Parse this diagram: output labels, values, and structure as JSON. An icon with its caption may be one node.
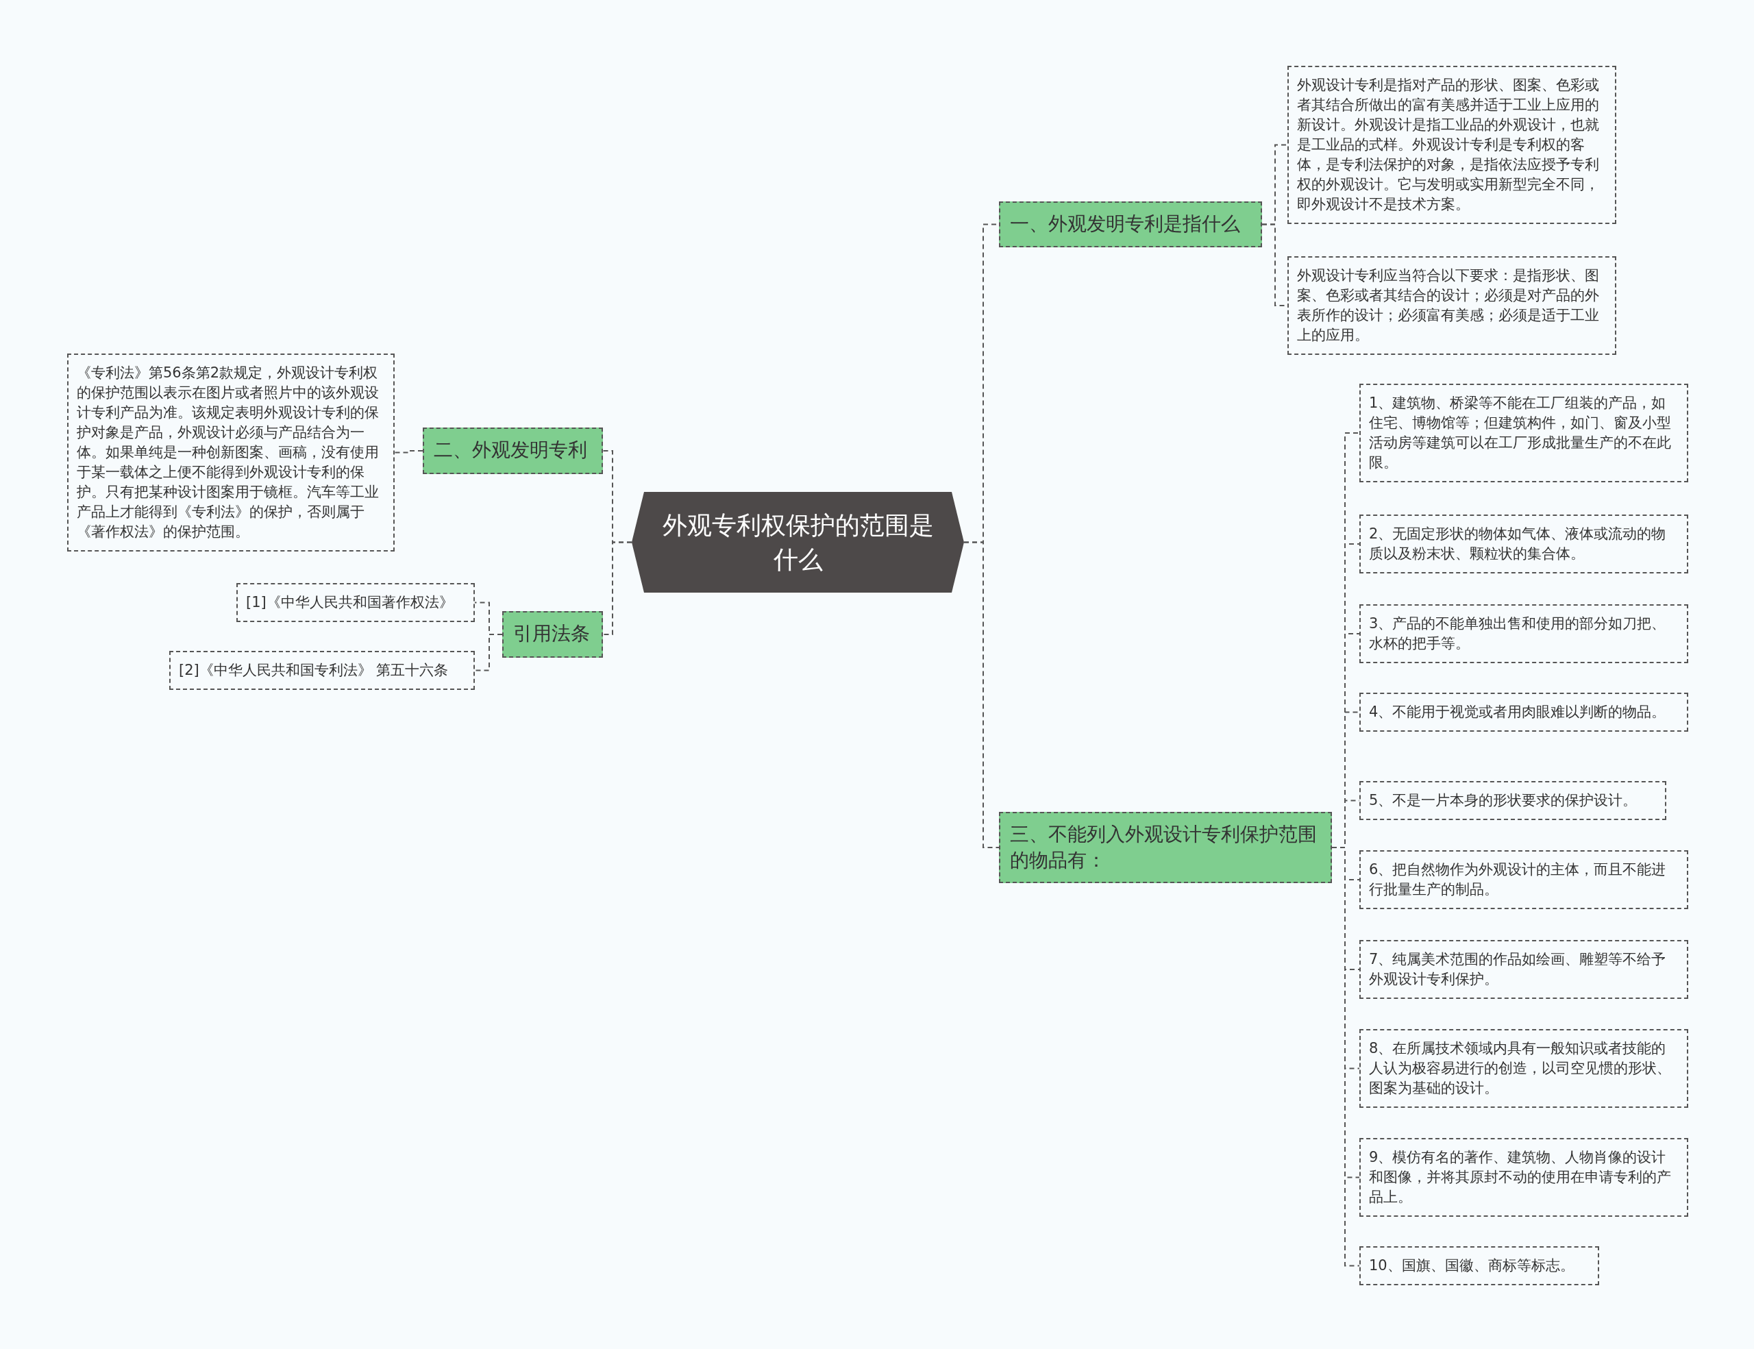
{
  "diagram": {
    "nodes": [
      {
        "text": [
          "外观专利权保护的范围是什么"
        ]
      },
      {
        "text": [
          "一、外观发明专利是指什么"
        ]
      },
      {
        "text": [
          "外观设计专利是指对产品的形状、图案、色彩或者其结合所做出的富有美感并适于工业上应用的新设计。外观设计是指工业品的外观设计，也就是工业品的式样。外观设计专利是专利权的客体，是专利法保护的对象，是指依法应授予专利权的外观设计。它与发明或实用新型完全不同，即外观设计不是技术方案。"
        ]
      },
      {
        "text": [
          "外观设计专利应当符合以下要求：是指形状、图案、色彩或者其结合的设计；必须是对产品的外表所作的设计；必须富有美感；必须是适于工业上的应用。"
        ]
      },
      {
        "text": [
          "二、外观发明专利"
        ]
      },
      {
        "text": [
          "《专利法》第56条第2款规定，外观设计专利权的保护范围以表示在图片或者照片中的该外观设计专利产品为准。该规定表明外观设计专利的保护对象是产品，外观设计必须与产品结合为一体。如果单纯是一种创新图案、画稿，没有使用于某一载体之上便不能得到外观设计专利的保护。只有把某种设计图案用于镜框。汽车等工业产品上才能得到《专利法》的保护，否则属于《著作权法》的保护范围。"
        ]
      },
      {
        "text": [
          "引用法条"
        ]
      },
      {
        "text": [
          "[1]《中华人民共和国著作权法》"
        ]
      },
      {
        "text": [
          "[2]《中华人民共和国专利法》 第五十六条"
        ]
      },
      {
        "text": [
          "三、不能列入外观设计专利保护范围的物品有："
        ]
      },
      {
        "text": [
          "1、建筑物、桥梁等不能在工厂组装的产品，如住宅、博物馆等；但建筑构件，如门、窗及小型活动房等建筑可以在工厂形成批量生产的不在此限。"
        ]
      },
      {
        "text": [
          "2、无固定形状的物体如气体、液体或流动的物质以及粉末状、颗粒状的集合体。"
        ]
      },
      {
        "text": [
          "3、产品的不能单独出售和使用的部分如刀把、水杯的把手等。"
        ]
      },
      {
        "text": [
          "4、不能用于视觉或者用肉眼难以判断的物品。"
        ]
      },
      {
        "text": [
          "5、不是一片本身的形状要求的保护设计。"
        ]
      },
      {
        "text": [
          "6、把自然物作为外观设计的主体，而且不能进行批量生产的制品。"
        ]
      },
      {
        "text": [
          "7、纯属美术范围的作品如绘画、雕塑等不给予外观设计专利保护。"
        ]
      },
      {
        "text": [
          "8、在所属技术领域内具有一般知识或者技能的人认为极容易进行的创造，以司空见惯的形状、图案为基础的设计。"
        ]
      },
      {
        "text": [
          "9、模仿有名的著作、建筑物、人物肖像的设计和图像，并将其原封不动的使用在申请专利的产品上。"
        ]
      },
      {
        "text": [
          "10、国旗、国徽、商标等标志。"
        ]
      }
    ],
    "edges": [
      {
        "from": 0,
        "to": 1,
        "arrow": "none"
      },
      {
        "from": 1,
        "to": 2,
        "arrow": "none"
      },
      {
        "from": 1,
        "to": 3,
        "arrow": "none"
      },
      {
        "from": 0,
        "to": 4,
        "arrow": "none"
      },
      {
        "from": 4,
        "to": 5,
        "arrow": "none"
      },
      {
        "from": 0,
        "to": 6,
        "arrow": "none"
      },
      {
        "from": 6,
        "to": 7,
        "arrow": "none"
      },
      {
        "from": 6,
        "to": 8,
        "arrow": "none"
      },
      {
        "from": 0,
        "to": 9,
        "arrow": "none"
      },
      {
        "from": 9,
        "to": 10,
        "arrow": "none"
      },
      {
        "from": 9,
        "to": 11,
        "arrow": "none"
      },
      {
        "from": 9,
        "to": 12,
        "arrow": "none"
      },
      {
        "from": 9,
        "to": 13,
        "arrow": "none"
      },
      {
        "from": 9,
        "to": 14,
        "arrow": "none"
      },
      {
        "from": 9,
        "to": 15,
        "arrow": "none"
      },
      {
        "from": 9,
        "to": 16,
        "arrow": "none"
      },
      {
        "from": 9,
        "to": 17,
        "arrow": "none"
      },
      {
        "from": 9,
        "to": 18,
        "arrow": "none"
      },
      {
        "from": 9,
        "to": 19,
        "arrow": "none"
      }
    ]
  }
}
